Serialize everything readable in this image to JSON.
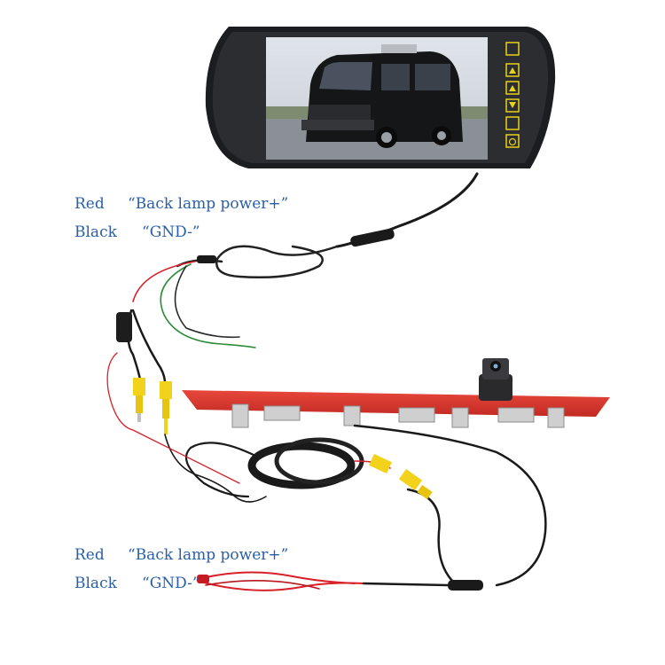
{
  "wiring_top": {
    "red_label": "Red",
    "red_text": "“Back lamp power+”",
    "black_label": "Black",
    "black_text": "“GND-”"
  },
  "wiring_bottom": {
    "red_label": "Red",
    "red_text": "“Back lamp power+”",
    "black_label": "Black",
    "black_text": "“GND-”"
  },
  "monitor_buttons": [
    "menu-icon",
    "up-arrow-icon",
    "up-arrow-icon",
    "down-arrow-icon",
    "mode-icon",
    "power-icon"
  ],
  "colors": {
    "label_blue": "#2a5fa8",
    "brake_light_red": "#d9342b",
    "rca_yellow": "#f2d21b",
    "wire_red": "#d8202a",
    "wire_green": "#2e8b3a"
  }
}
